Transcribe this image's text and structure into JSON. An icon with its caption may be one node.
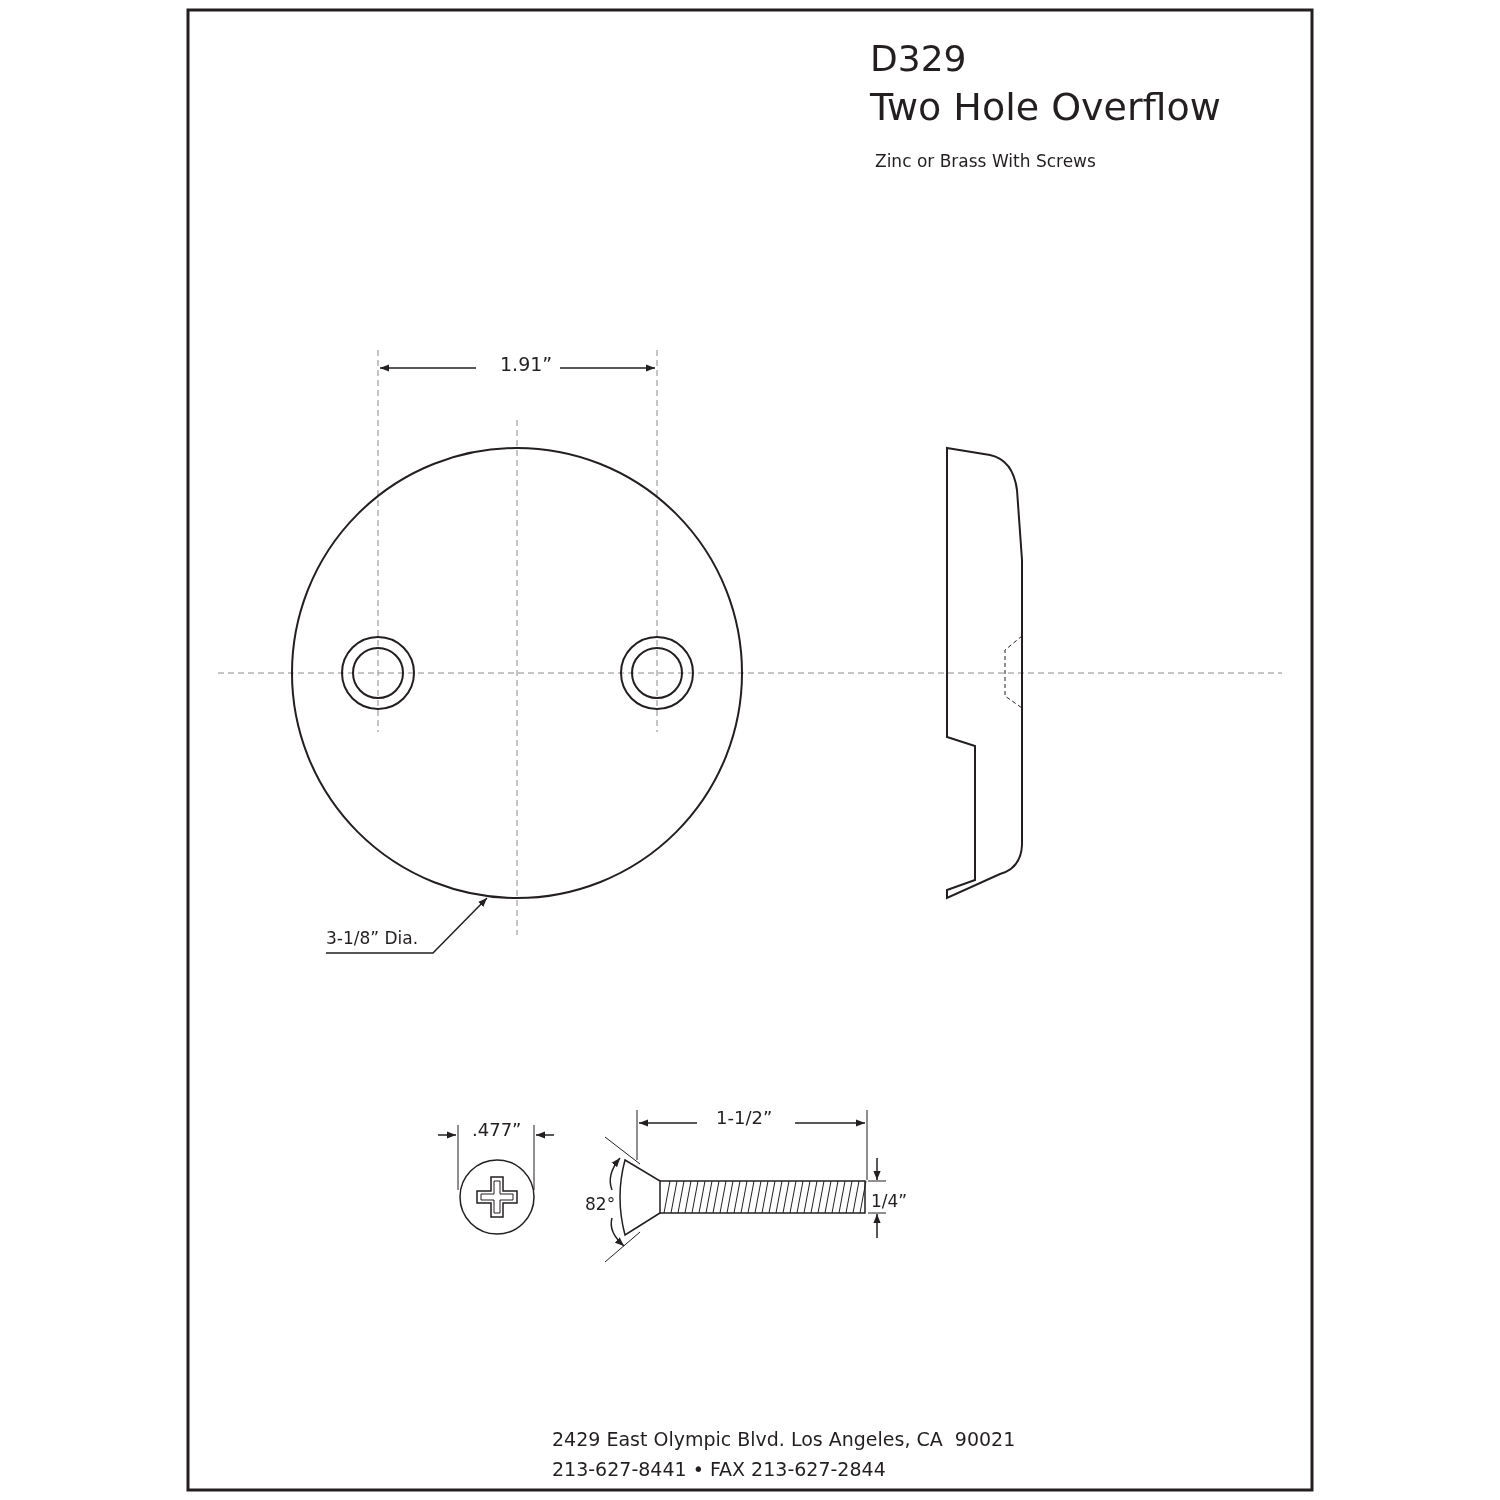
{
  "diagram": {
    "nodes": [
      {
        "text": [
          "3-1/8” Dia."
        ]
      },
      {
        "text": [],
        "shape": "circle"
      }
    ],
    "edges": [
      {
        "from": 0,
        "to": 1,
        "arrow": "to"
      }
    ],
    "labels": [
      "D329",
      "Two Hole Overflow",
      "Zinc or Brass With Screws",
      "1.91”",
      ".477”",
      "1-1/2”",
      "82°",
      "1/4”",
      "2429 East Olympic Blvd. Los Angeles, CA  90021",
      "213-627-8441 • FAX 213-627-2844"
    ]
  }
}
